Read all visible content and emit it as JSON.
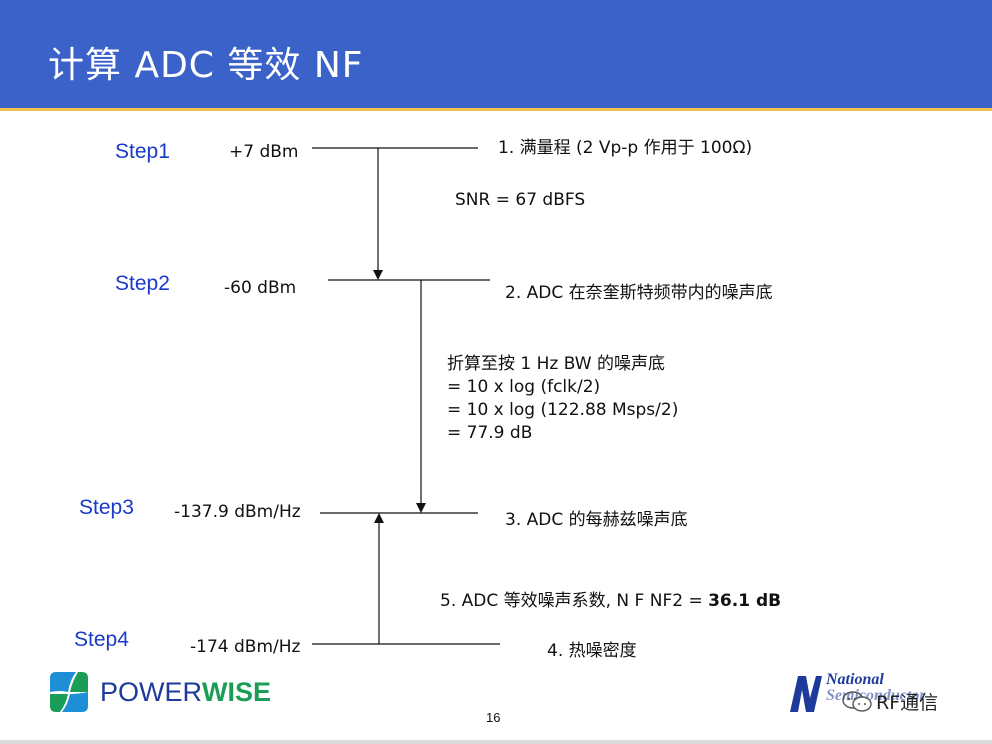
{
  "slide": {
    "title": "计算 ADC 等效 NF",
    "page_number": "16"
  },
  "steps": [
    {
      "label": "Step1",
      "level": "+7 dBm",
      "description": "1. 满量程 (2 Vp-p 作用于 100Ω)"
    },
    {
      "label": "Step2",
      "level": "-60 dBm",
      "description": "2. ADC 在奈奎斯特频带内的噪声底"
    },
    {
      "label": "Step3",
      "level": "-137.9 dBm/Hz",
      "description": "3. ADC 的每赫兹噪声底"
    },
    {
      "label": "Step4",
      "level": "-174 dBm/Hz",
      "description": "4. 热噪密度"
    }
  ],
  "annotations": {
    "snr": "SNR = 67 dBFS",
    "fold_lines": [
      "折算至按 1 Hz BW 的噪声底",
      "= 10 x log (fclk/2)",
      "= 10 x log (122.88 Msps/2)",
      "= 77.9 dB"
    ],
    "nf_prefix": "5. ADC 等效噪声系数, N F NF2 = ",
    "nf_value": "36.1 dB"
  },
  "logos": {
    "powerwise_a": "POWER",
    "powerwise_b": "WISE",
    "national": "National",
    "national_line2": "Semiconductor",
    "watermark": "RF通信"
  },
  "colors": {
    "header_bg": "#3a62c9",
    "header_accent": "#f2c14e",
    "step_label": "#1a3ac8"
  }
}
